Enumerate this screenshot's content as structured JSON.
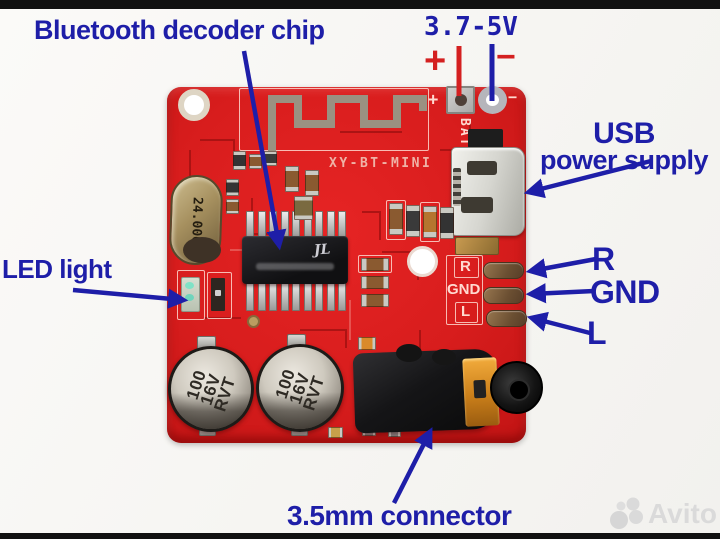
{
  "colors": {
    "annotation_blue": "#1e1ea8",
    "annotation_red": "#d42020",
    "pcb_red": "#d81d1d",
    "antenna_gray": "#9a9181"
  },
  "labels": {
    "chip_annotation": "Bluetooth decoder chip",
    "voltage": "3.7-5V",
    "plus": "+",
    "minus": "−",
    "usb_line1": "USB",
    "usb_line2": "power supply",
    "led": "LED light",
    "right_channel": "R",
    "ground": "GND",
    "left_channel": "L",
    "audio_connector": "3.5mm connector"
  },
  "board": {
    "model": "XY-BT-MINI",
    "bat": "BAT",
    "pad_plus": "+",
    "pad_minus": "−",
    "pad_r": "R",
    "pad_gnd": "GND",
    "pad_l": "L",
    "crystal": "24.000",
    "chip_logo": "JL",
    "cap_line1": "100",
    "cap_line2": "16V",
    "cap_line3": "RVT"
  },
  "watermark": {
    "name": "Avito"
  }
}
